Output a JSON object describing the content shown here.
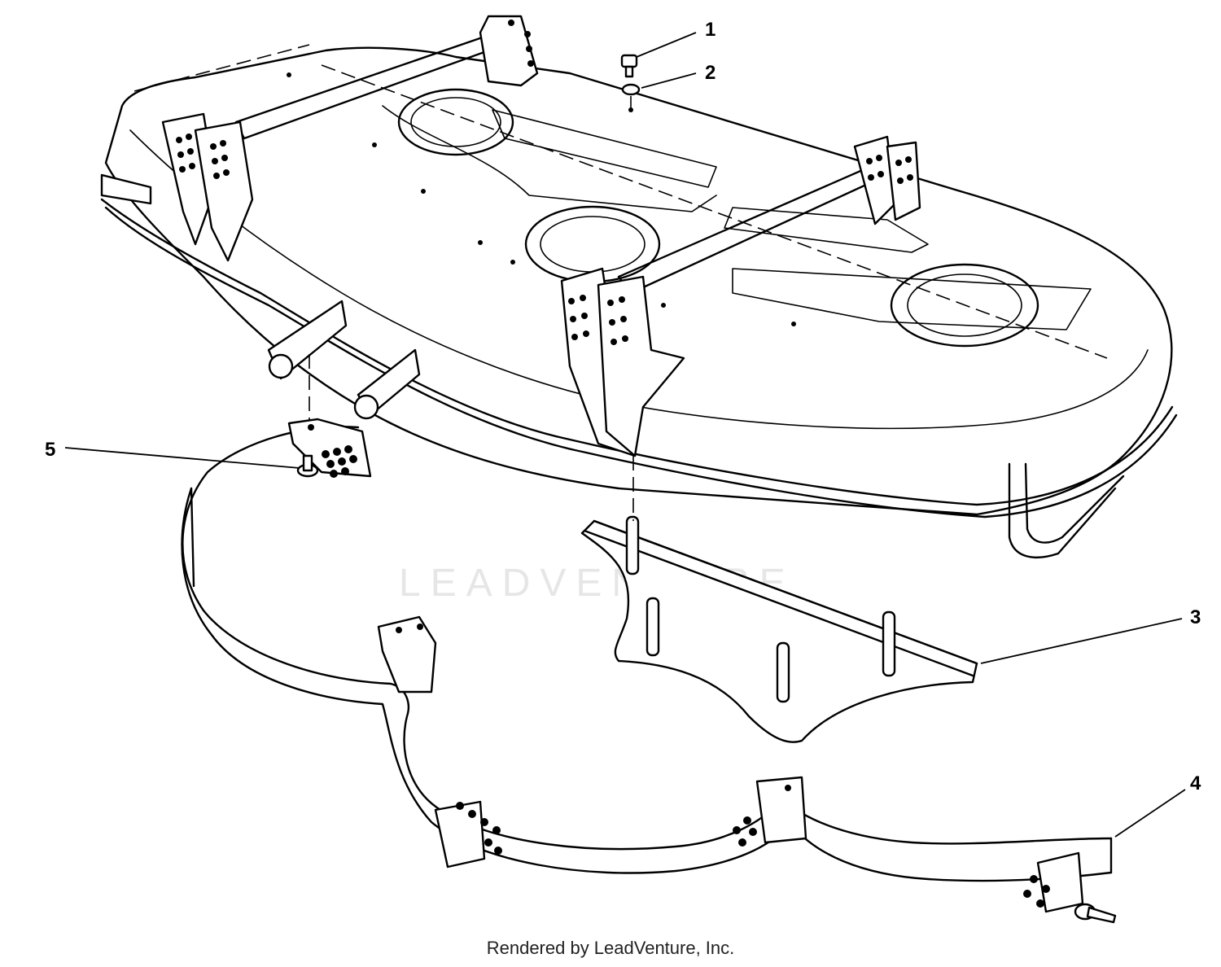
{
  "diagram": {
    "watermark_text": "LEADVENTURE",
    "callouts": [
      {
        "id": "1",
        "label": "1"
      },
      {
        "id": "2",
        "label": "2"
      },
      {
        "id": "3",
        "label": "3"
      },
      {
        "id": "4",
        "label": "4"
      },
      {
        "id": "5",
        "label": "5"
      }
    ]
  },
  "footer": {
    "credit": "Rendered by LeadVenture, Inc."
  }
}
